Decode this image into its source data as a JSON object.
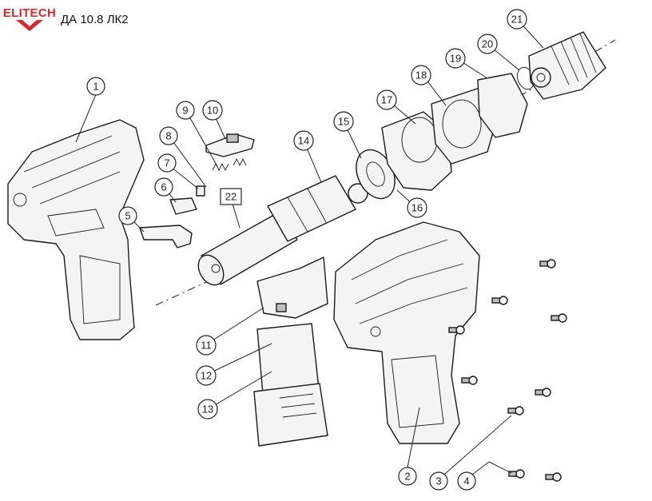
{
  "header": {
    "brand": "ELITECH",
    "model": "ДА 10.8 ЛК2",
    "brand_color": "#d9262c"
  },
  "diagram": {
    "callouts": [
      {
        "label": "1"
      },
      {
        "label": "2"
      },
      {
        "label": "3"
      },
      {
        "label": "4"
      },
      {
        "label": "5"
      },
      {
        "label": "6"
      },
      {
        "label": "7"
      },
      {
        "label": "8"
      },
      {
        "label": "9"
      },
      {
        "label": "10"
      },
      {
        "label": "11"
      },
      {
        "label": "12"
      },
      {
        "label": "13"
      },
      {
        "label": "14"
      },
      {
        "label": "15"
      },
      {
        "label": "16"
      },
      {
        "label": "17"
      },
      {
        "label": "18"
      },
      {
        "label": "19"
      },
      {
        "label": "20"
      },
      {
        "label": "21"
      },
      {
        "label": "22"
      }
    ]
  }
}
